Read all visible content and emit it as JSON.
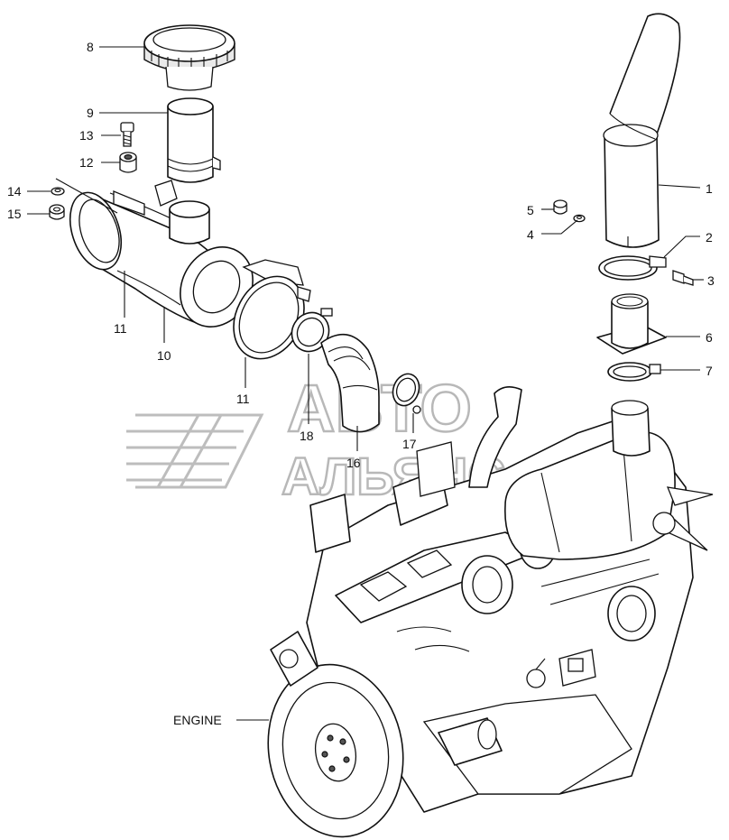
{
  "callouts": [
    {
      "id": "1",
      "text": "1"
    },
    {
      "id": "2",
      "text": "2"
    },
    {
      "id": "3",
      "text": "3"
    },
    {
      "id": "4",
      "text": "4"
    },
    {
      "id": "5",
      "text": "5"
    },
    {
      "id": "6",
      "text": "6"
    },
    {
      "id": "7",
      "text": "7"
    },
    {
      "id": "8",
      "text": "8"
    },
    {
      "id": "9",
      "text": "9"
    },
    {
      "id": "10",
      "text": "10"
    },
    {
      "id": "11a",
      "text": "11"
    },
    {
      "id": "11b",
      "text": "11"
    },
    {
      "id": "12",
      "text": "12"
    },
    {
      "id": "13",
      "text": "13"
    },
    {
      "id": "14",
      "text": "14"
    },
    {
      "id": "15",
      "text": "15"
    },
    {
      "id": "16",
      "text": "16"
    },
    {
      "id": "17",
      "text": "17"
    },
    {
      "id": "18",
      "text": "18"
    }
  ],
  "engine_label": "ENGINE",
  "watermark": {
    "line1": "АВТО",
    "line2": "АЛЬЯНС"
  }
}
